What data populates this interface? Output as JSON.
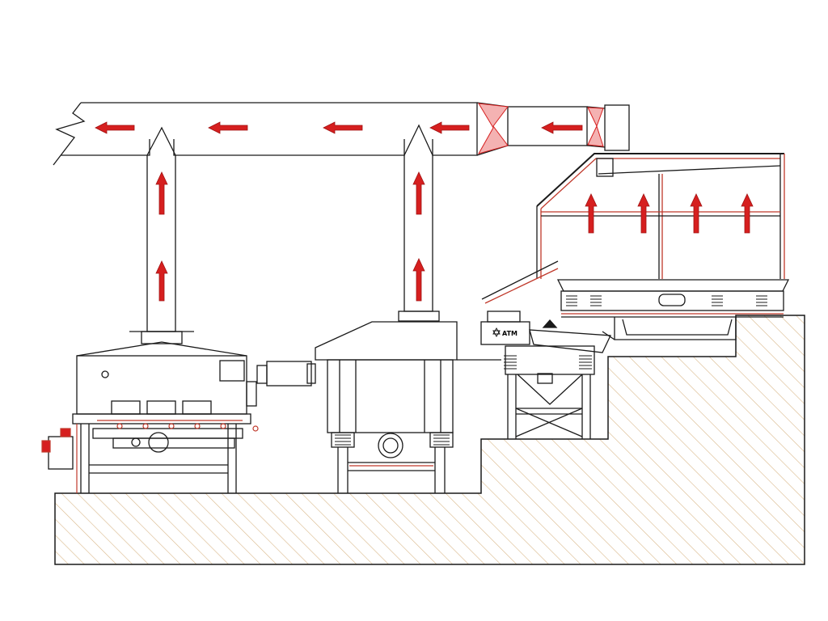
{
  "diagram": {
    "logo": {
      "text": "ATM",
      "kind": "manufacturer-logo"
    },
    "colors": {
      "line": "#1a1a1a",
      "airflow_arrow": "#d61f1f",
      "structure_red": "#c0392b",
      "ground_hatch": "#d9b88a",
      "ground_fill": "#ffffff"
    },
    "airflow": {
      "direction_in_main_duct": "right-to-left",
      "direction_in_stacks": "upward"
    }
  }
}
